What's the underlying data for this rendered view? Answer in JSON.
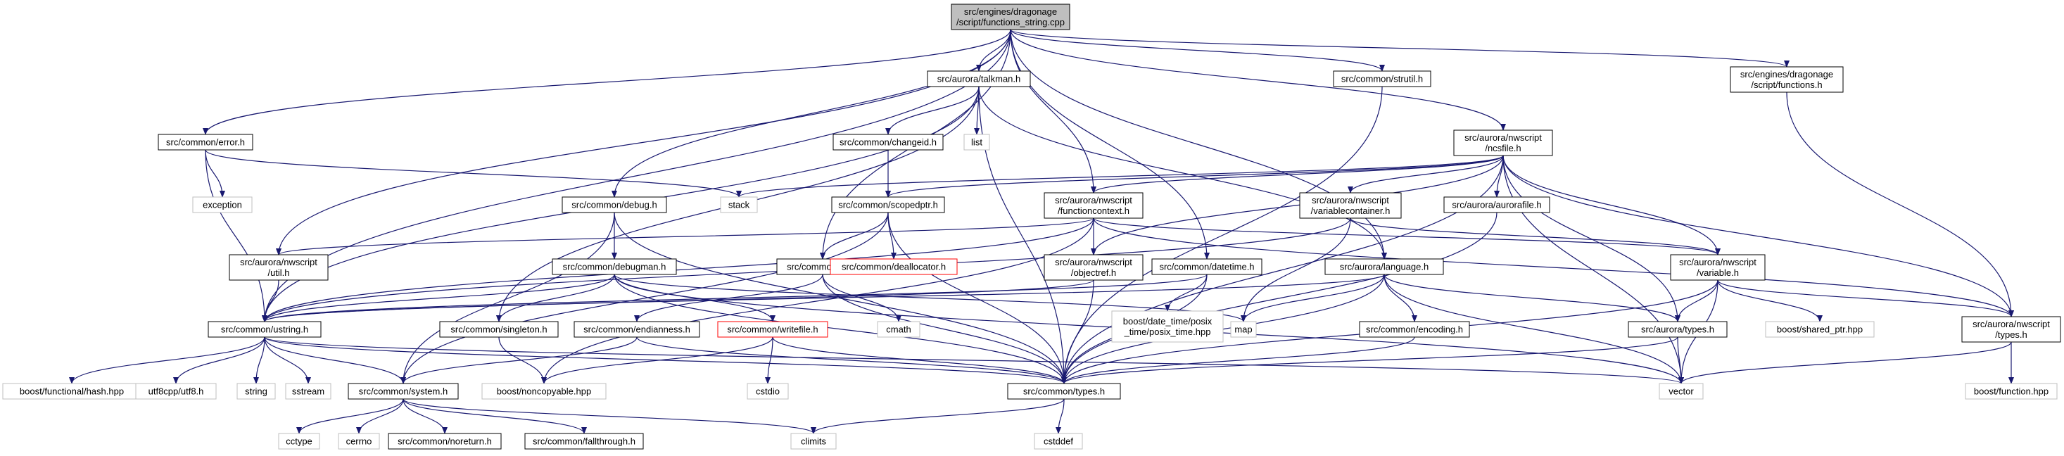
{
  "colors": {
    "edge": "#191970",
    "node_border": "#000000",
    "root_fill": "#bfbfbf",
    "leaf_border": "#bfbfbf",
    "missing_border": "#ff0000",
    "background": "#ffffff"
  },
  "nodes": {
    "root": [
      "src/engines/dragonage",
      "/script/functions_string.cpp"
    ],
    "error": [
      "src/common/error.h"
    ],
    "talkman": [
      "src/aurora/talkman.h"
    ],
    "strutil": [
      "src/common/strutil.h"
    ],
    "dafunctions": [
      "src/engines/dragonage",
      "/script/functions.h"
    ],
    "list": [
      "list"
    ],
    "changeid": [
      "src/common/changeid.h"
    ],
    "exception": [
      "exception"
    ],
    "stack": [
      "stack"
    ],
    "ncsfile": [
      "src/aurora/nwscript",
      "/ncsfile.h"
    ],
    "debug": [
      "src/common/debug.h"
    ],
    "scopedptr": [
      "src/common/scopedptr.h"
    ],
    "functioncontext": [
      "src/aurora/nwscript",
      "/functioncontext.h"
    ],
    "variablecontainer": [
      "src/aurora/nwscript",
      "/variablecontainer.h"
    ],
    "aurorafile": [
      "src/aurora/aurorafile.h"
    ],
    "nwutil": [
      "src/aurora/nwscript",
      "/util.h"
    ],
    "debugman": [
      "src/common/debugman.h"
    ],
    "cutil": [
      "src/common/util.h"
    ],
    "deallocator": [
      "src/common/deallocator.h"
    ],
    "objectref": [
      "src/aurora/nwscript",
      "/objectref.h"
    ],
    "datetime": [
      "src/common/datetime.h"
    ],
    "language": [
      "src/aurora/language.h"
    ],
    "variable": [
      "src/aurora/nwscript",
      "/variable.h"
    ],
    "ustring": [
      "src/common/ustring.h"
    ],
    "singleton": [
      "src/common/singleton.h"
    ],
    "endianness": [
      "src/common/endianness.h"
    ],
    "writefile": [
      "src/common/writefile.h"
    ],
    "cmath": [
      "cmath"
    ],
    "posixtime": [
      "boost/date_time/posix",
      "_time/posix_time.hpp"
    ],
    "map": [
      "map"
    ],
    "encoding": [
      "src/common/encoding.h"
    ],
    "auroratypes": [
      "src/aurora/types.h"
    ],
    "sharedptr": [
      "boost/shared_ptr.hpp"
    ],
    "nwtypes": [
      "src/aurora/nwscript",
      "/types.h"
    ],
    "hash": [
      "boost/functional/hash.hpp"
    ],
    "utf8": [
      "utf8cpp/utf8.h"
    ],
    "string": [
      "string"
    ],
    "sstream": [
      "sstream"
    ],
    "system": [
      "src/common/system.h"
    ],
    "noncopyable": [
      "boost/noncopyable.hpp"
    ],
    "cstdio": [
      "cstdio"
    ],
    "types": [
      "src/common/types.h"
    ],
    "vector": [
      "vector"
    ],
    "boostfunction": [
      "boost/function.hpp"
    ],
    "cctype": [
      "cctype"
    ],
    "cerrno": [
      "cerrno"
    ],
    "noreturn": [
      "src/common/noreturn.h"
    ],
    "fallthrough": [
      "src/common/fallthrough.h"
    ],
    "climits": [
      "climits"
    ],
    "cstddef": [
      "cstddef"
    ]
  }
}
